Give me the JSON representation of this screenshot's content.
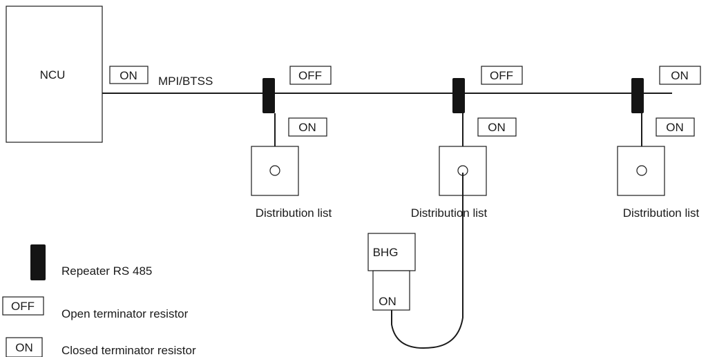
{
  "ncu": {
    "label": "NCU"
  },
  "bus": {
    "label": "MPI/BTSS"
  },
  "terminators": {
    "ncu": "ON",
    "repeater_1_bus": "OFF",
    "repeater_1_drop": "ON",
    "repeater_2_bus": "OFF",
    "repeater_2_drop": "ON",
    "repeater_3_bus": "ON",
    "repeater_3_drop": "ON",
    "bhg": "ON"
  },
  "distribution_lists": [
    {
      "label": "Distribution list"
    },
    {
      "label": "Distribution list"
    },
    {
      "label": "Distribution list"
    }
  ],
  "bhg": {
    "label": "BHG"
  },
  "legend": [
    {
      "symbol": "repeater",
      "symbol_text": "",
      "description": "Repeater RS 485"
    },
    {
      "symbol": "box",
      "symbol_text": "OFF",
      "description": "Open terminator resistor"
    },
    {
      "symbol": "box",
      "symbol_text": "ON",
      "description": "Closed terminator resistor"
    }
  ]
}
